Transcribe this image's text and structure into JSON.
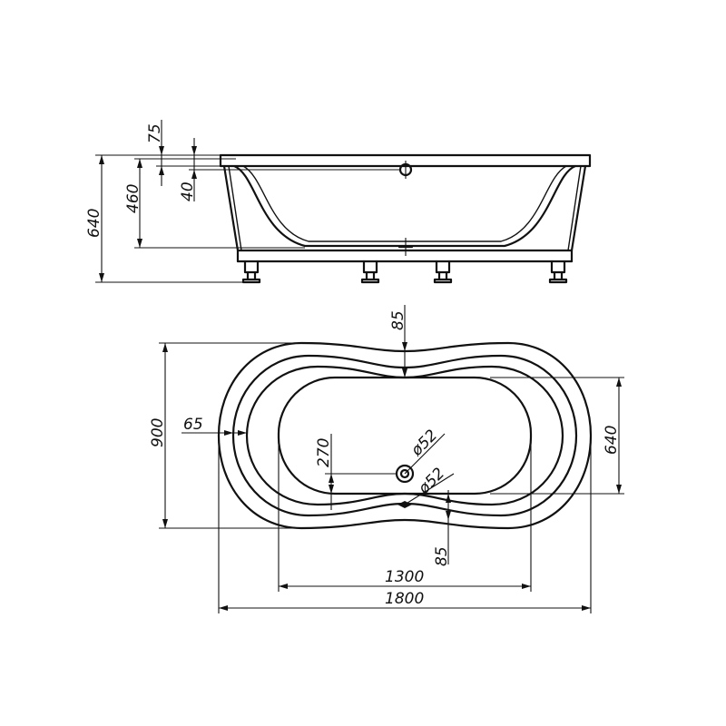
{
  "side_view": {
    "dims": {
      "rim_height": "75",
      "overflow_offset": "40",
      "inner_depth": "460",
      "total_height": "640"
    }
  },
  "top_view": {
    "dims": {
      "rim_top": "85",
      "rim_side": "65",
      "total_width": "900",
      "inner_width": "640",
      "drain_offset": "270",
      "overflow_diameter": "ø52",
      "drain_diameter": "ø52",
      "rim_bottom": "85",
      "inner_length": "1300",
      "total_length": "1800"
    }
  }
}
